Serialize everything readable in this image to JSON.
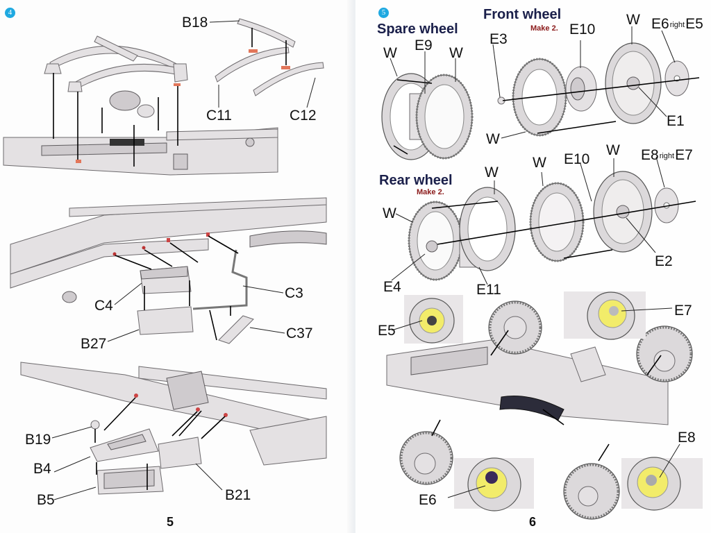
{
  "document": {
    "type": "Assembly instruction manual (two-page spread)",
    "accent_color": "#1fa9e1",
    "heading_color": "#1a1f4a",
    "note_color": "#8b1a1a",
    "glue_point_color": "#e2765a",
    "highlight_color": "#f2ec6a"
  },
  "left_page": {
    "page_number": "5",
    "step": {
      "number": "4",
      "section1_labels": {
        "b18": "B18",
        "c11": "C11",
        "c12": "C12"
      },
      "section2_labels": {
        "c3": "C3",
        "c4": "C4",
        "b27": "B27",
        "c37": "C37"
      },
      "section3_labels": {
        "b19": "B19",
        "b4": "B4",
        "b5": "B5",
        "b21": "B21"
      }
    }
  },
  "right_page": {
    "page_number": "6",
    "step": {
      "number": "5",
      "spare_wheel": {
        "title": "Spare wheel",
        "labels": {
          "w_left": "W",
          "e9": "E9",
          "w_right": "W"
        }
      },
      "front_wheel": {
        "title": "Front wheel",
        "note": "Make 2.",
        "labels": {
          "e3": "E3",
          "e10": "E10",
          "w_top": "W",
          "e6": "E6",
          "right": "right",
          "e5": "E5",
          "e1": "E1",
          "w_bottom": "W"
        }
      },
      "rear_wheel": {
        "title": "Rear wheel",
        "note": "Make 2.",
        "labels": {
          "w_left": "W",
          "w_mid1": "W",
          "w_mid2": "W",
          "e10": "E10",
          "w_top": "W",
          "e8": "E8",
          "right": "right",
          "e7": "E7",
          "e2": "E2",
          "e4": "E4",
          "e11": "E11"
        }
      },
      "final_assembly_labels": {
        "e5": "E5",
        "e7": "E7",
        "e6": "E6",
        "e8": "E8"
      }
    }
  }
}
